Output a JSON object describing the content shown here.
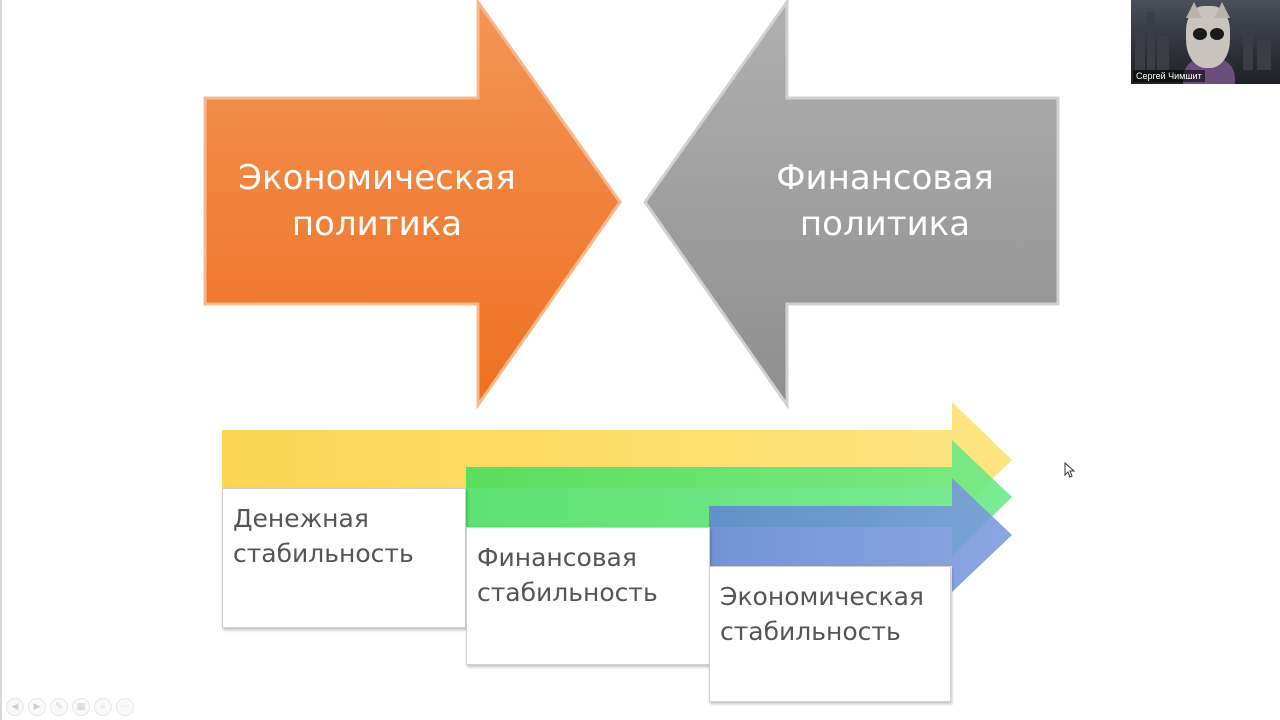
{
  "diagram": {
    "left_arrow": {
      "line1": "Экономическая",
      "line2": "политика",
      "color": "#f07a2a"
    },
    "right_arrow": {
      "line1": "Финансовая",
      "line2": "политика",
      "color": "#9e9e9e"
    },
    "stability_bars": [
      {
        "line1": "Денежная",
        "line2": "стабильность",
        "color": "#fcd150"
      },
      {
        "line1": "Финансовая",
        "line2": "стабильность",
        "color": "#4fe06a"
      },
      {
        "line1": "Экономическая",
        "line2": "стабильность",
        "color": "#6f8fd8"
      }
    ]
  },
  "video": {
    "participant_name": "Сергей Чимшит"
  },
  "toolbar": {
    "icons": [
      "prev-icon",
      "next-icon",
      "pen-icon",
      "slides-icon",
      "zoom-icon",
      "more-icon"
    ]
  }
}
